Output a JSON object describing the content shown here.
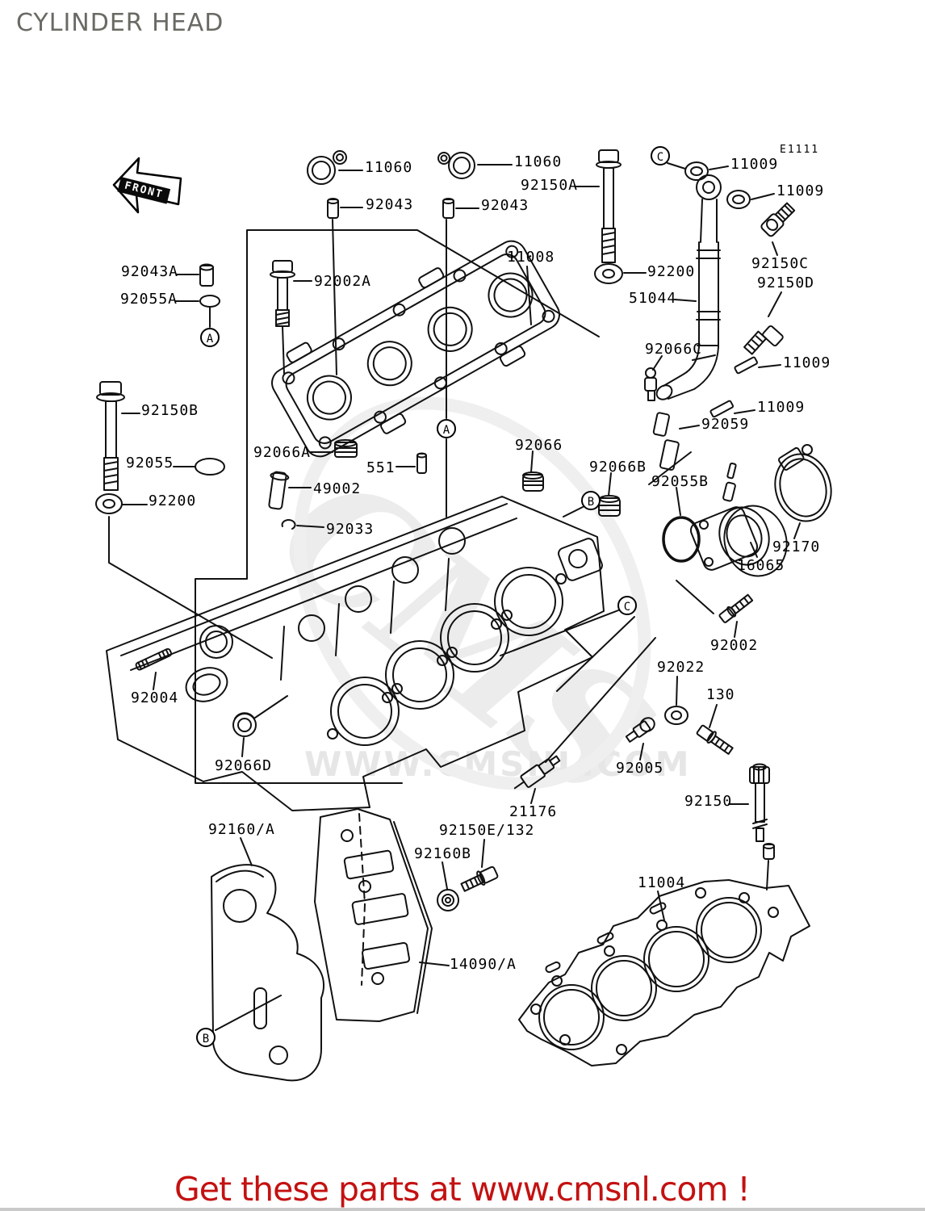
{
  "title": "CYLINDER HEAD",
  "diagram_code": "E1111",
  "front_label": "FRONT",
  "watermark": {
    "letters": "CMS",
    "url": "WWW.CMSNL.COM"
  },
  "footer": {
    "text": "Get these parts at www.cmsnl.com !"
  },
  "callouts": [
    "A",
    "A",
    "B",
    "B",
    "C",
    "C"
  ],
  "labels": [
    "11060",
    "92043",
    "11060",
    "92150A",
    "92043",
    "11008",
    "92002A",
    "92043A",
    "92055A",
    "92150B",
    "92055",
    "92200",
    "11009",
    "11009",
    "92200",
    "51044",
    "92150C",
    "92150D",
    "92066C",
    "11009",
    "11009",
    "92059",
    "92055B",
    "92170",
    "16065",
    "92066A",
    "551",
    "49002",
    "92033",
    "92066",
    "92066B",
    "92004",
    "92066D",
    "92002",
    "92022",
    "130",
    "92005",
    "21176",
    "92150",
    "92160/A",
    "92150E/132",
    "92160B",
    "14090/A",
    "11004"
  ],
  "colors": {
    "line": "#111111",
    "title_gray": "#6a6a64",
    "footer_red": "#c41111",
    "watermark_gray": "#ececec"
  }
}
